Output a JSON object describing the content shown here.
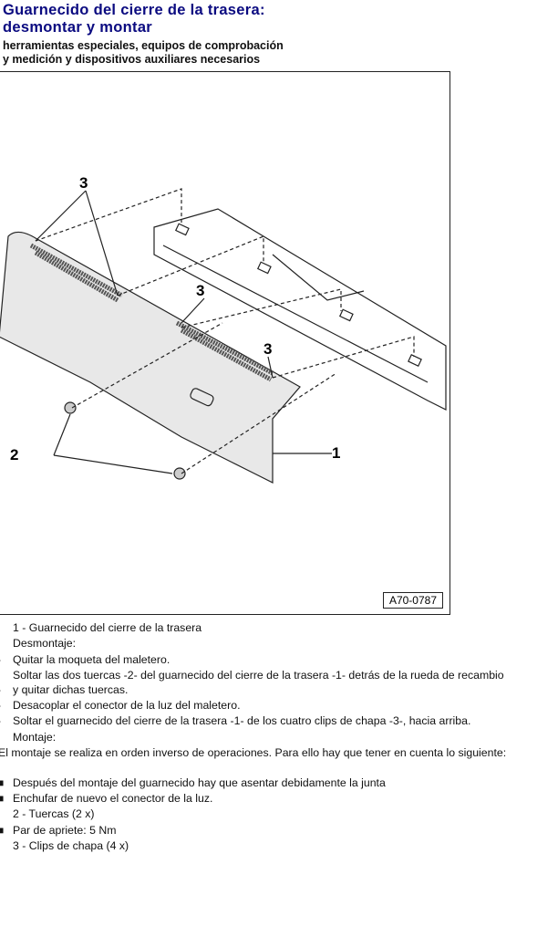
{
  "header": {
    "title_line1": "Guarnecido del cierre de la trasera:",
    "title_line2": "desmontar y montar",
    "subtitle_line1": "herramientas especiales, equipos de comprobación",
    "subtitle_line2": "y medición y dispositivos auxiliares necesarios"
  },
  "figure": {
    "code": "A70-0787",
    "labels": [
      "3",
      "3",
      "3",
      "2",
      "1"
    ]
  },
  "items": [
    {
      "bullet": "",
      "text": "1 -  Guarnecido del cierre de la trasera",
      "indent": true
    },
    {
      "bullet": "",
      "text": "Desmontaje:",
      "indent": true
    },
    {
      "bullet": "-",
      "text": "Quitar la moqueta del maletero.",
      "indent": true
    },
    {
      "bullet": "-",
      "text": "Soltar las dos tuercas -2- del guarnecido del cierre de la trasera -1- detrás de la rueda de recambio y quitar dichas tuercas.",
      "indent": true
    },
    {
      "bullet": "-",
      "text": "Desacoplar el conector de la luz del maletero.",
      "indent": true
    },
    {
      "bullet": "-",
      "text": "Soltar el guarnecido del cierre de la trasera -1- de los cuatro clips de chapa -3-, hacia arriba.",
      "indent": true
    },
    {
      "bullet": "",
      "text": "Montaje:",
      "indent": true
    },
    {
      "bullet": "",
      "text": "El montaje se realiza en orden inverso de operaciones. Para ello hay que tener en cuenta lo siguiente:",
      "indent": false
    },
    {
      "bullet": "■",
      "text": "Después del montaje del guarnecido hay que asentar debidamente la junta",
      "indent": true
    },
    {
      "bullet": "■",
      "text": "Enchufar de nuevo el conector de la luz.",
      "indent": true
    },
    {
      "bullet": "",
      "text": "2 - Tuercas (2 x)",
      "indent": true
    },
    {
      "bullet": "■",
      "text": "Par de apriete: 5 Nm",
      "indent": true
    },
    {
      "bullet": "",
      "text": "3 -  Clips de chapa (4 x)",
      "indent": true
    }
  ]
}
